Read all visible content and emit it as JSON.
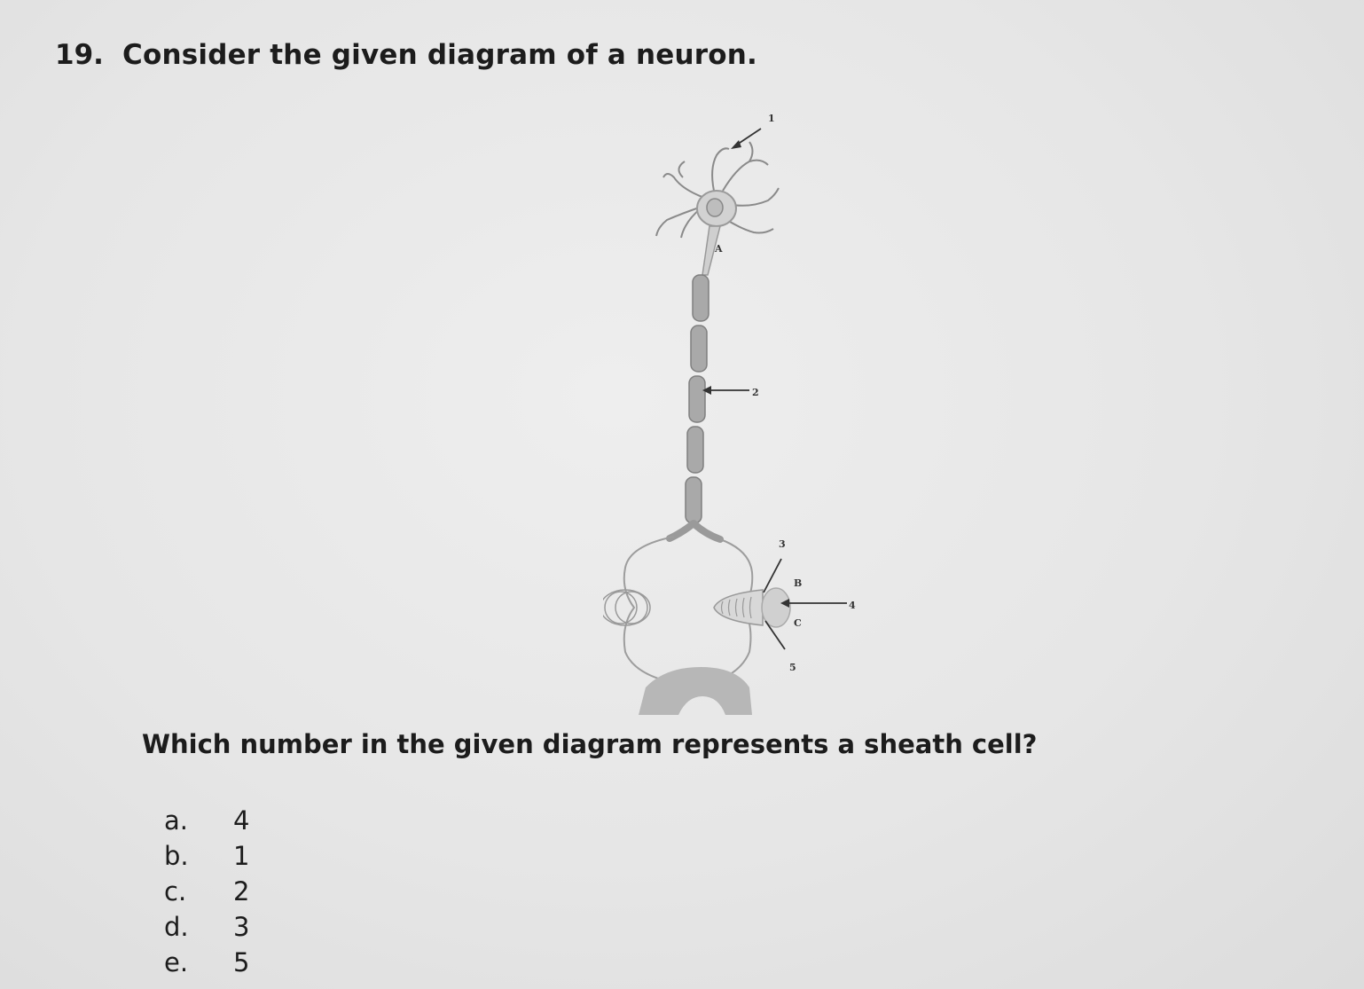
{
  "question": {
    "number": "19.",
    "title": "Consider the given diagram of a neuron.",
    "prompt": "Which number in the given diagram represents a sheath cell?"
  },
  "diagram": {
    "labels": {
      "n1": "1",
      "n2": "2",
      "n3": "3",
      "n4": "4",
      "n5": "5",
      "A": "A",
      "B": "B",
      "C": "C"
    }
  },
  "options": [
    {
      "letter": "a.",
      "value": "4"
    },
    {
      "letter": "b.",
      "value": "1"
    },
    {
      "letter": "c.",
      "value": "2"
    },
    {
      "letter": "d.",
      "value": "3"
    },
    {
      "letter": "e.",
      "value": "5"
    }
  ]
}
